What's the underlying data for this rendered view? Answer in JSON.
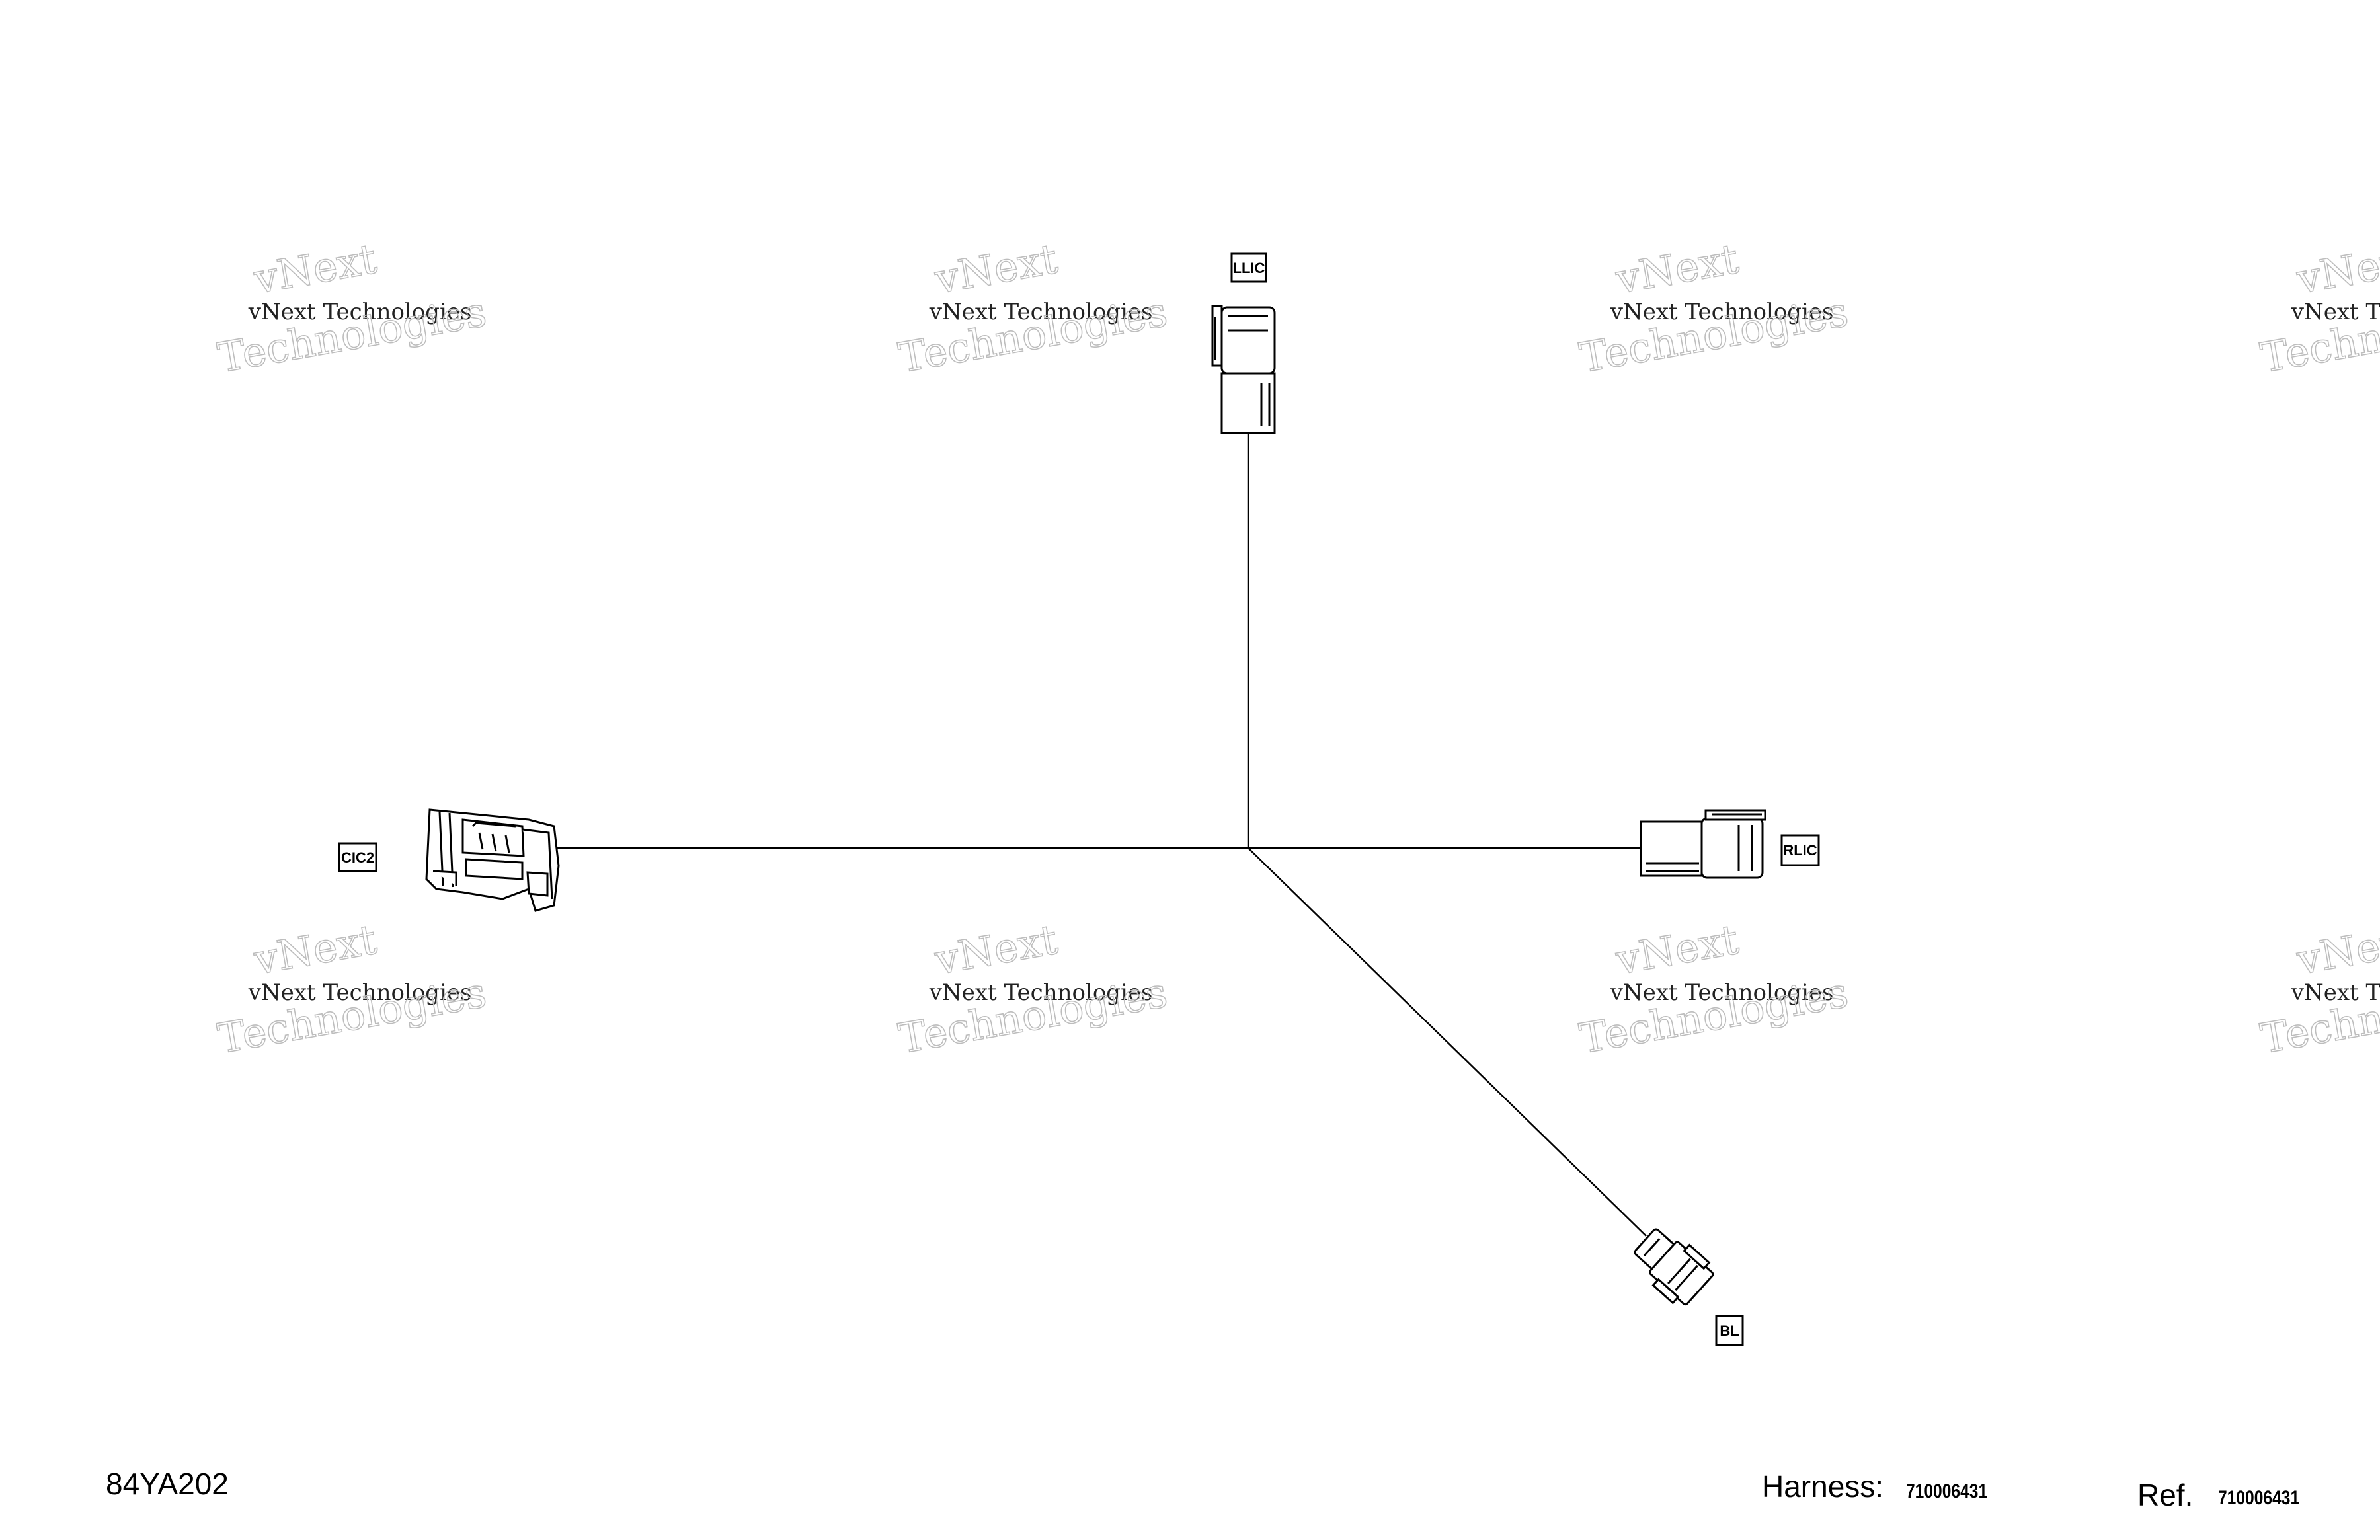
{
  "watermark": {
    "line0": "vNext",
    "line1": "vNext Technologies",
    "line2": "Technologies"
  },
  "connectors": [
    {
      "id": "LLIC",
      "label": "LLIC"
    },
    {
      "id": "CIC2",
      "label": "CIC2"
    },
    {
      "id": "RLIC",
      "label": "RLIC"
    },
    {
      "id": "BL",
      "label": "BL"
    }
  ],
  "footer": {
    "drawing_code": "84YA202",
    "harness_label": "Harness:",
    "harness_value": "710006431",
    "ref_label": "Ref.",
    "ref_value": "710006431"
  },
  "colors": {
    "line": "#000000",
    "watermark_outline": "#bdbdbd",
    "background": "#ffffff"
  }
}
